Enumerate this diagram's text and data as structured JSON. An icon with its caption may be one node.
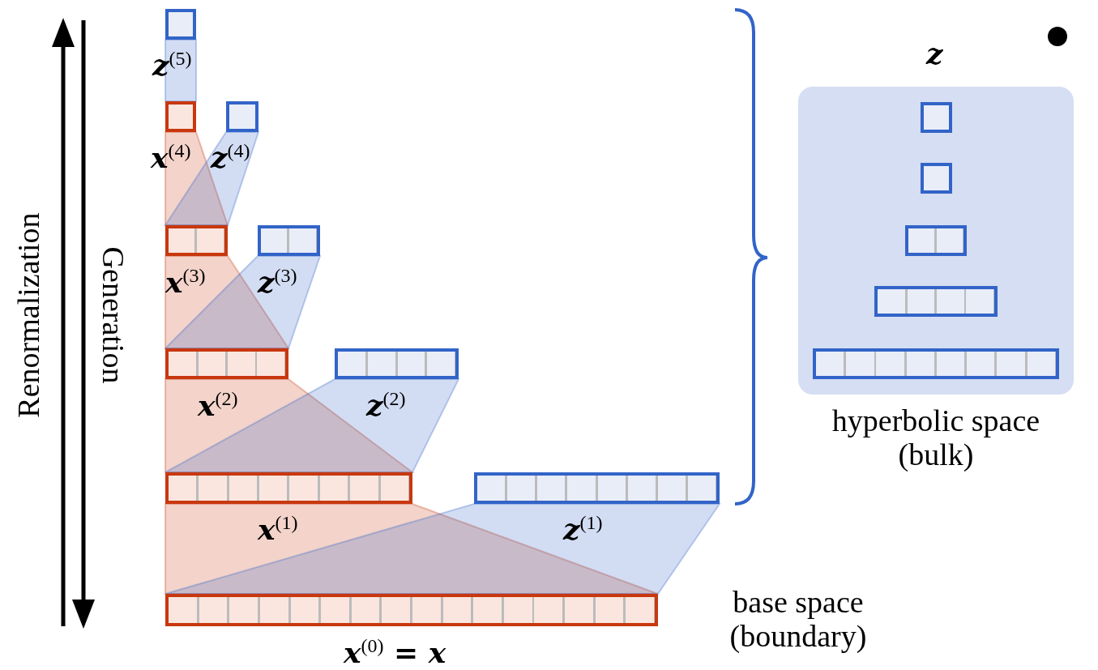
{
  "diagram": {
    "nodes": [
      {
        "text": [],
        "shape": "bar",
        "beside": [
          "z$^{(5)}$"
        ]
      },
      {
        "text": [],
        "shape": "bar",
        "beside": [
          "x$^{(4)}$"
        ]
      },
      {
        "text": [],
        "shape": "bar",
        "beside": [
          "z$^{(4)}$"
        ]
      },
      {
        "text": [],
        "shape": "bar",
        "beside": [
          "x$^{(3)}$"
        ]
      },
      {
        "text": [],
        "shape": "bar",
        "beside": [
          "z$^{(3)}$"
        ]
      },
      {
        "text": [],
        "shape": "bar",
        "beside": [
          "x$^{(2)}$"
        ]
      },
      {
        "text": [],
        "shape": "bar",
        "beside": [
          "z$^{(2)}$"
        ]
      },
      {
        "text": [],
        "shape": "bar",
        "beside": [
          "x$^{(1)}$"
        ]
      },
      {
        "text": [],
        "shape": "bar",
        "beside": [
          "z$^{(1)}$"
        ]
      },
      {
        "text": [],
        "shape": "bar",
        "beside": [
          "x$^{(0)}$ = x"
        ]
      },
      {
        "text": [
          "z",
          "hyperbolic space (bulk)"
        ]
      },
      {
        "text": [],
        "shape": "bar",
        "in": 10
      },
      {
        "text": [],
        "shape": "bar",
        "in": 10
      },
      {
        "text": [],
        "shape": "bar",
        "in": 10
      },
      {
        "text": [],
        "shape": "bar",
        "in": 10
      },
      {
        "text": [],
        "shape": "bar",
        "in": 10
      }
    ],
    "labels": [
      "Renormalization",
      "Generation",
      "base space (boundary)"
    ]
  }
}
